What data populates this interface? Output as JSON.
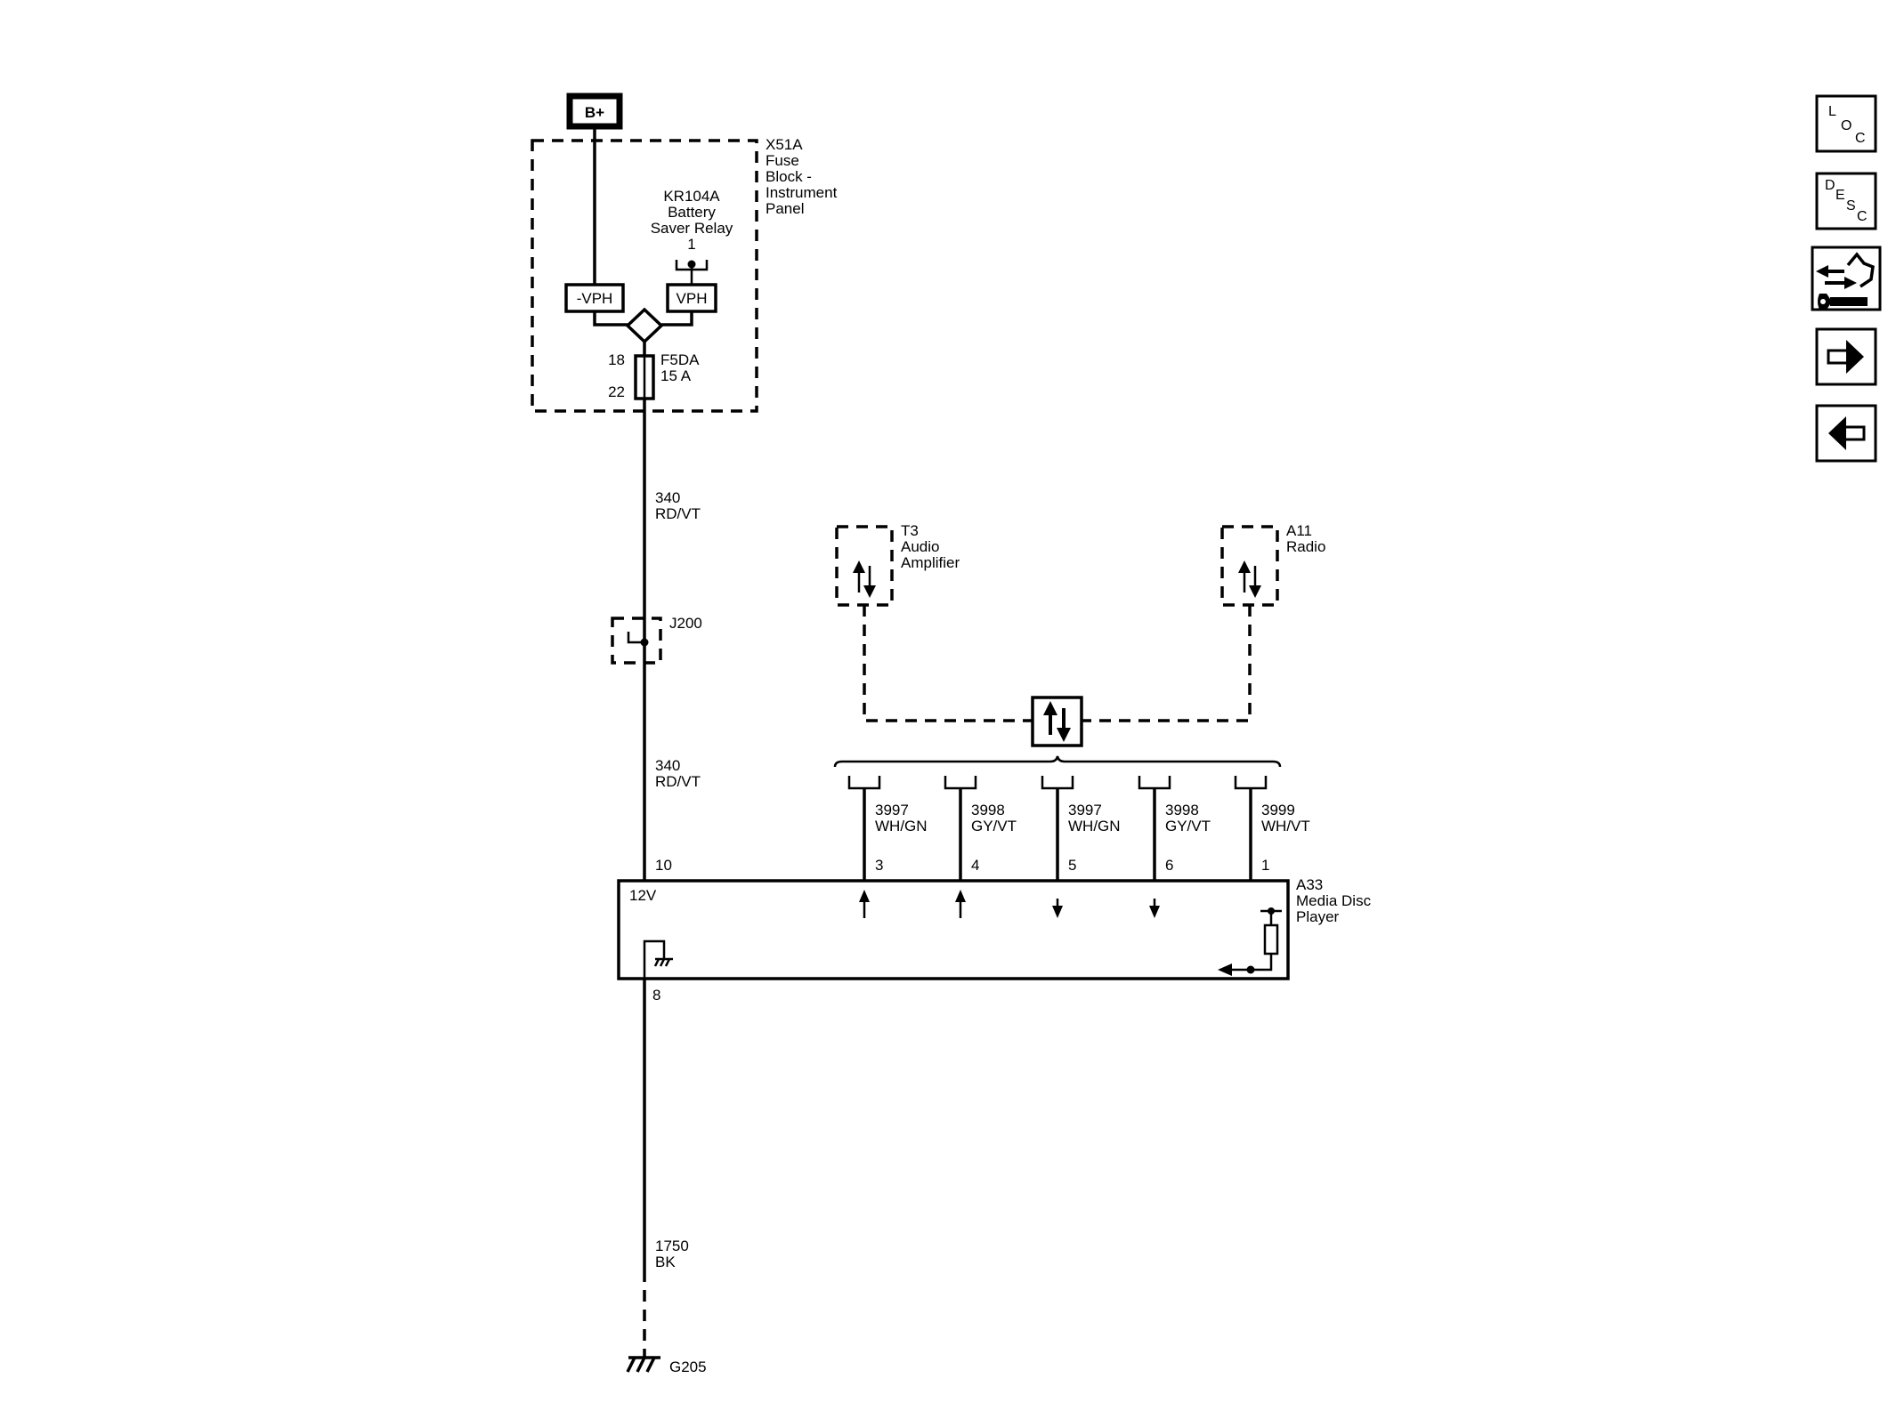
{
  "power": {
    "label": "B+"
  },
  "fuse_block": {
    "name": "X51A",
    "desc": [
      "Fuse",
      "Block -",
      "Instrument",
      "Panel"
    ]
  },
  "relay": {
    "name": "KR104A",
    "desc": [
      "Battery",
      "Saver Relay"
    ],
    "pin": "1",
    "left_box": "-VPH",
    "right_box": "VPH"
  },
  "fuse": {
    "name": "F5DA",
    "rating": "15 A",
    "pin_in": "18",
    "pin_out": "22"
  },
  "wire_upper": {
    "circuit": "340",
    "color": "RD/VT"
  },
  "splice": {
    "name": "J200"
  },
  "wire_lower": {
    "circuit": "340",
    "color": "RD/VT"
  },
  "amplifier": {
    "name": "T3",
    "desc": [
      "Audio",
      "Amplifier"
    ]
  },
  "radio": {
    "name": "A11",
    "desc": [
      "Radio"
    ]
  },
  "signal_wires": [
    {
      "circuit": "3997",
      "color": "WH/GN",
      "pin": "3"
    },
    {
      "circuit": "3998",
      "color": "GY/VT",
      "pin": "4"
    },
    {
      "circuit": "3997",
      "color": "WH/GN",
      "pin": "5"
    },
    {
      "circuit": "3998",
      "color": "GY/VT",
      "pin": "6"
    },
    {
      "circuit": "3999",
      "color": "WH/VT",
      "pin": "1"
    }
  ],
  "player": {
    "name": "A33",
    "desc": [
      "Media Disc",
      "Player"
    ],
    "power_pin": "10",
    "voltage": "12V",
    "ground_pin": "8"
  },
  "ground_wire": {
    "circuit": "1750",
    "color": "BK"
  },
  "ground": {
    "name": "G205"
  },
  "nav": {
    "loc": [
      "L",
      "O",
      "C"
    ],
    "desc": [
      "D",
      "E",
      "S",
      "C"
    ]
  }
}
